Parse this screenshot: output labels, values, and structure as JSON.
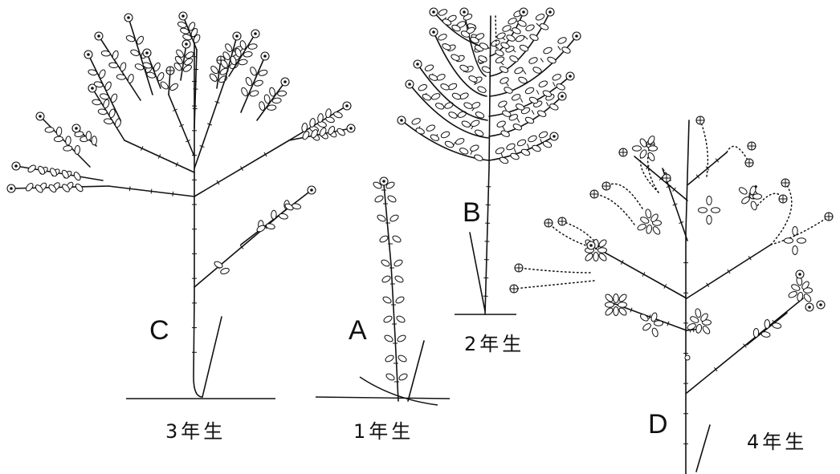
{
  "plants": [
    {
      "letter": "A",
      "age": "1年生"
    },
    {
      "letter": "B",
      "age": "2年生"
    },
    {
      "letter": "C",
      "age": "3年生"
    },
    {
      "letter": "D",
      "age": "4年生"
    }
  ],
  "symbols": {
    "flowerhead": "concentric-circle-icon",
    "withered_head": "crossed-circle-icon",
    "leaf": "ellipse-leaf-icon"
  }
}
